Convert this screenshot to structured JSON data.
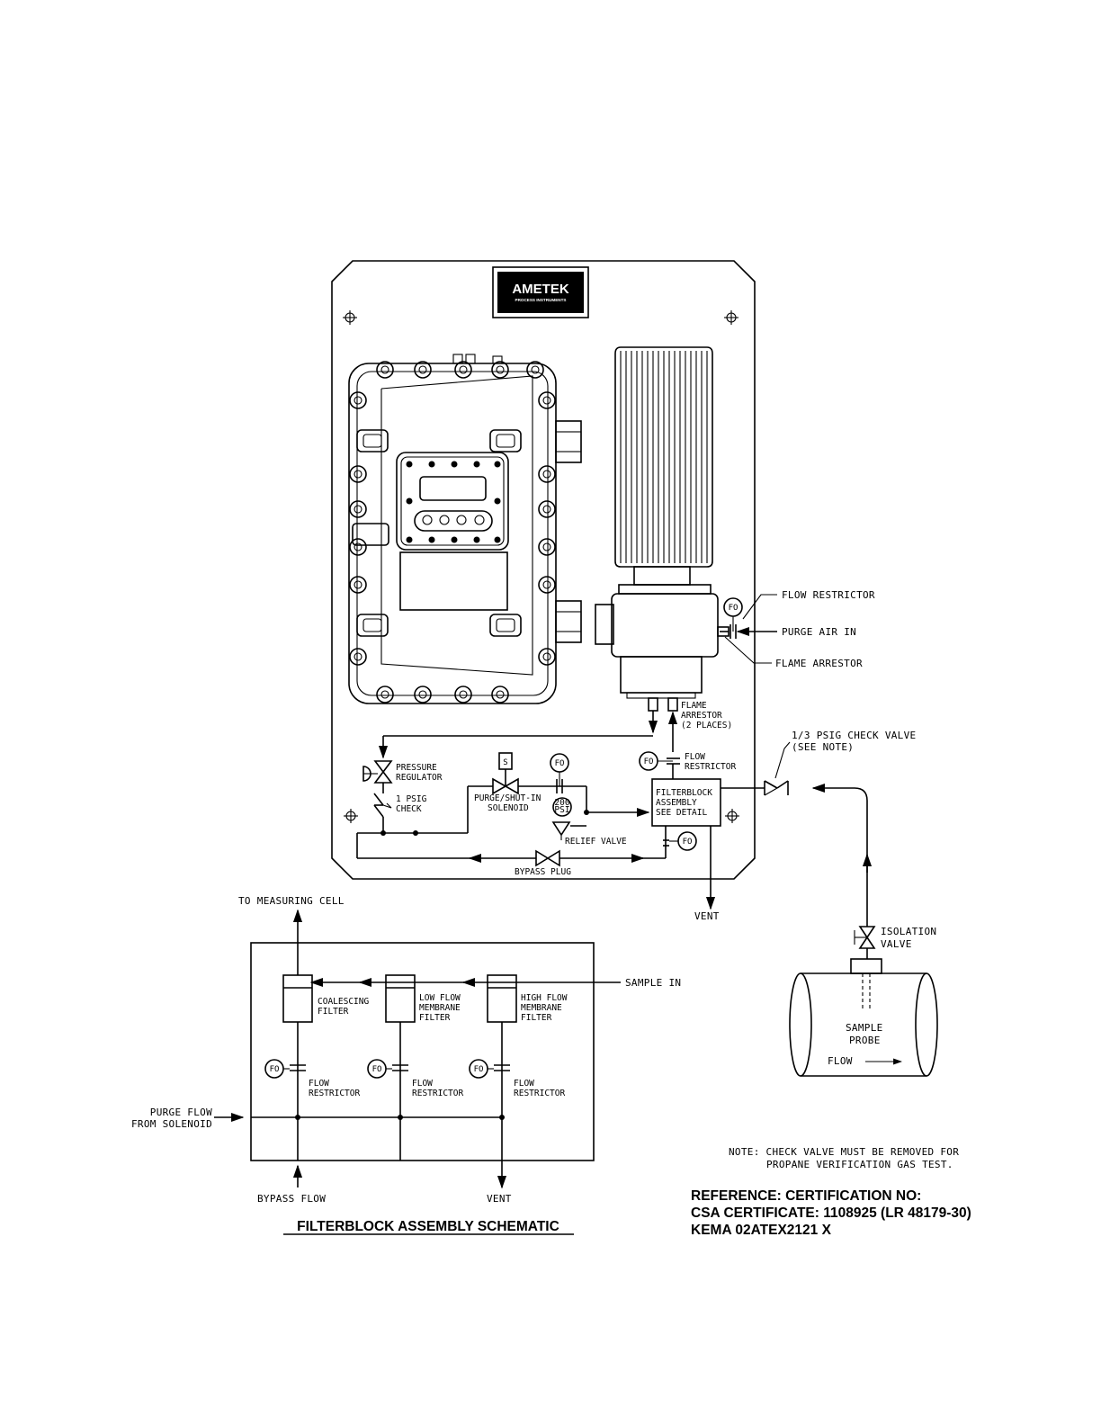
{
  "logo": {
    "brand": "AMETEK",
    "sub": "PROCESS INSTRUMENTS"
  },
  "labels": {
    "flow_restrictor_top": "FLOW RESTRICTOR",
    "purge_air_in": "PURGE AIR IN",
    "flame_arrestor_top": "FLAME ARRESTOR",
    "flame_arrestor_2_l1": "FLAME",
    "flame_arrestor_2_l2": "ARRESTOR",
    "flame_arrestor_2_l3": "(2 PLACES)",
    "check_valve_l1": "1/3 PSIG CHECK VALVE",
    "check_valve_l2": "(SEE NOTE)",
    "pressure_regulator_l1": "PRESSURE",
    "pressure_regulator_l2": "REGULATOR",
    "psig_check_l1": "1 PSIG",
    "psig_check_l2": "CHECK",
    "solenoid_s": "S",
    "purge_solenoid_l1": "PURGE/SHUT-IN",
    "purge_solenoid_l2": "SOLENOID",
    "gauge_l1": "200",
    "gauge_l2": "PSI",
    "relief_valve": "RELIEF VALVE",
    "bypass_plug": "BYPASS PLUG",
    "flow_restrictor_mid_l1": "FLOW",
    "flow_restrictor_mid_l2": "RESTRICTOR",
    "filterblock_l1": "FILTERBLOCK",
    "filterblock_l2": "ASSEMBLY",
    "filterblock_l3": "SEE DETAIL",
    "vent_top": "VENT",
    "isolation_valve_l1": "ISOLATION",
    "isolation_valve_l2": "VALVE",
    "sample_probe_l1": "SAMPLE",
    "sample_probe_l2": "PROBE",
    "flow_pipe": "FLOW",
    "fo": "FO",
    "to_measuring_cell": "TO MEASURING CELL",
    "sample_in": "SAMPLE IN",
    "coalescing_filter_l1": "COALESCING",
    "coalescing_filter_l2": "FILTER",
    "low_flow_l1": "LOW FLOW",
    "low_flow_l2": "MEMBRANE",
    "low_flow_l3": "FILTER",
    "high_flow_l1": "HIGH FLOW",
    "high_flow_l2": "MEMBRANE",
    "high_flow_l3": "FILTER",
    "flow_restrictor_1_l1": "FLOW",
    "flow_restrictor_1_l2": "RESTRICTOR",
    "flow_restrictor_2_l1": "FLOW",
    "flow_restrictor_2_l2": "RESTRICTOR",
    "flow_restrictor_3_l1": "FLOW",
    "flow_restrictor_3_l2": "RESTRICTOR",
    "purge_flow_l1": "PURGE FLOW",
    "purge_flow_l2": "FROM SOLENOID",
    "bypass_flow": "BYPASS FLOW",
    "vent_bottom": "VENT",
    "note_l1": "NOTE: CHECK VALVE MUST BE REMOVED FOR",
    "note_l2": "PROPANE VERIFICATION GAS TEST.",
    "schematic_title": "FILTERBLOCK ASSEMBLY SCHEMATIC",
    "reference_l1": "REFERENCE: CERTIFICATION NO:",
    "reference_l2": "CSA CERTIFICATE: 1108925 (LR 48179-30)",
    "reference_l3": "KEMA 02ATEX2121 X"
  }
}
